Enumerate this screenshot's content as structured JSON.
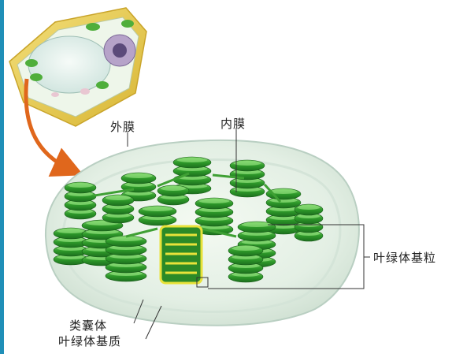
{
  "labels": {
    "outer_membrane": "外膜",
    "inner_membrane": "内膜",
    "granum": "叶绿体基粒",
    "thylakoid": "类囊体",
    "stroma": "叶绿体基质"
  },
  "colors": {
    "accent_bar": "#1f8fb8",
    "grana_green": "#2e9a2a",
    "cell_wall": "#e6c949",
    "arrow": "#e0671c",
    "highlight": "#e8e23a"
  }
}
